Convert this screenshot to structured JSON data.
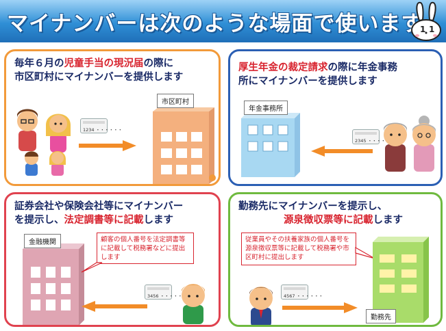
{
  "header": {
    "title": "マイナンバーは次のような場面で使います。",
    "mascot": "rabbit-mascot-icon"
  },
  "panels": [
    {
      "line1_red": "児童手当の現況届",
      "line1_pre": "毎年６月の",
      "line1_post": "の際に",
      "line2": "市区町村にマイナンバーを提供します",
      "building_label": "市区町村",
      "card_number": "1234 ・・・・・・"
    },
    {
      "line1_red": "厚生年金の裁定請求",
      "line1_post": "の際に年金事務",
      "line2": "所にマイナンバーを提供します",
      "building_label": "年金事務所",
      "card_number": "2345 ・・・・・・"
    },
    {
      "line1": "証券会社や保険会社等にマイナンバー",
      "line2_pre": "を提示し、",
      "line2_red": "法定調書等に記載",
      "line2_post": "します",
      "building_label": "金融機関",
      "callout": "顧客の個人番号を法定調書等に記載して税務署などに提出します",
      "card_number": "3456 ・・・・・・"
    },
    {
      "line1": "勤務先にマイナンバーを提示し、",
      "line2_red": "源泉徴収票等に記載",
      "line2_post": "します",
      "building_label": "勤務先",
      "callout": "従業員やその扶養家族の個人番号を源泉徴収票等に記載して税務署や市区町村に提出します",
      "card_number": "4567 ・・・・・・"
    }
  ],
  "colors": {
    "panel1_border": "#f29a3a",
    "panel2_border": "#2b5fb4",
    "panel3_border": "#e0424f",
    "panel4_border": "#6fba3f",
    "arrow": "#f28c28",
    "emphasis_red": "#d8242f",
    "header_blue": "#2f8fd6"
  }
}
